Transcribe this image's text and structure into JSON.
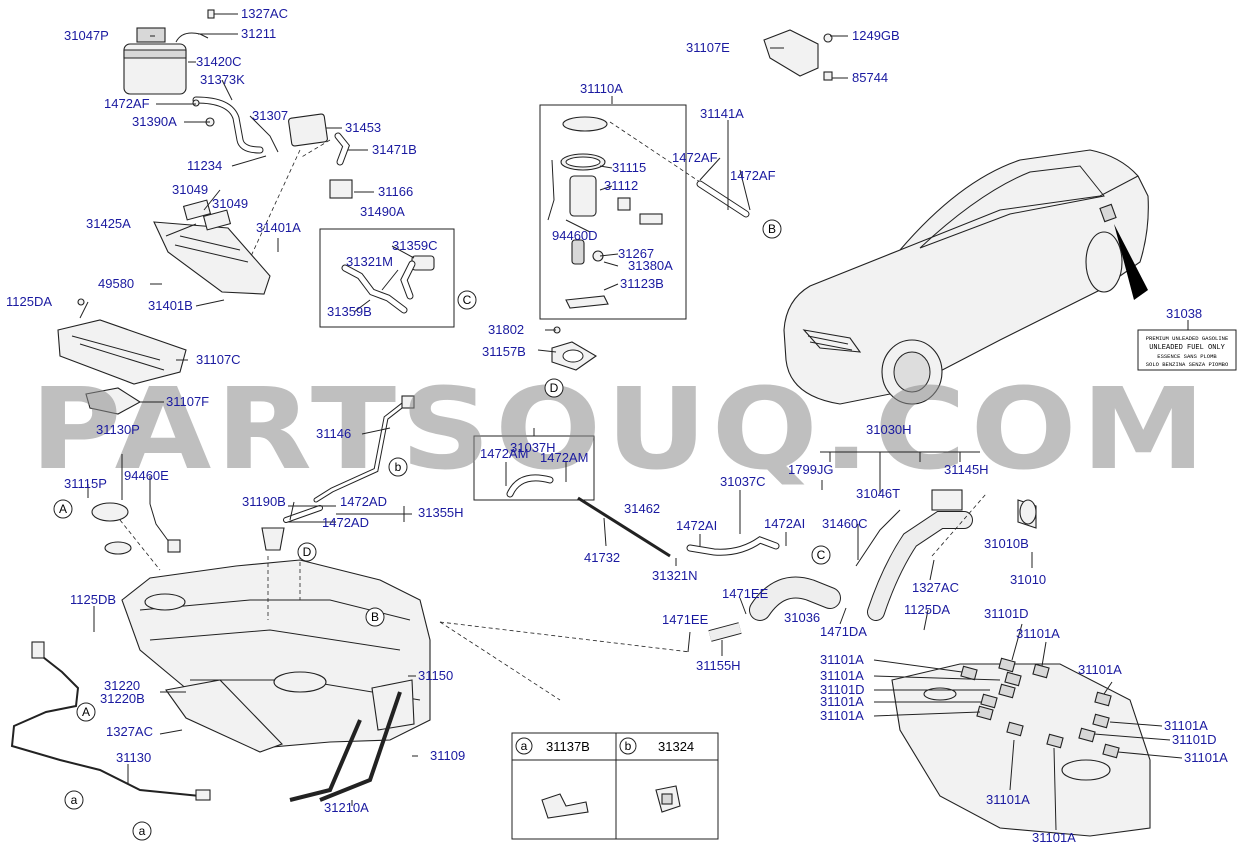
{
  "watermark": "PARTSOUQ.COM",
  "parts": {
    "p31047P": "31047P",
    "p1327AC_top": "1327AC",
    "p31211": "31211",
    "p31420C": "31420C",
    "p31373K": "31373K",
    "p1472AF_l": "1472AF",
    "p31390A": "31390A",
    "p31307": "31307",
    "p31453": "31453",
    "p31471B": "31471B",
    "p11234": "11234",
    "p31166": "31166",
    "p31049_a": "31049",
    "p31049_b": "31049",
    "p31490A": "31490A",
    "p31425A": "31425A",
    "p31401A": "31401A",
    "p31359C": "31359C",
    "p31321M": "31321M",
    "p49580": "49580",
    "p31401B": "31401B",
    "p31359B": "31359B",
    "p1125DA_l": "1125DA",
    "p31107C": "31107C",
    "p31107F": "31107F",
    "p31130P": "31130P",
    "p94460E": "94460E",
    "p31115P": "31115P",
    "p31146": "31146",
    "p31190B": "31190B",
    "p1472AD_a": "1472AD",
    "p1472AD_b": "1472AD",
    "p31355H": "31355H",
    "p1125DB": "1125DB",
    "p31220": "31220",
    "p31220B": "31220B",
    "p1327AC_l": "1327AC",
    "p31130": "31130",
    "p31150": "31150",
    "p31109": "31109",
    "p31210A": "31210A",
    "p31110A": "31110A",
    "p31115": "31115",
    "p31112": "31112",
    "p94460D": "94460D",
    "p31267": "31267",
    "p31380A": "31380A",
    "p31123B": "31123B",
    "p31141A": "31141A",
    "p1472AF_m1": "1472AF",
    "p1472AF_m2": "1472AF",
    "p31107E": "31107E",
    "p1249GB": "1249GB",
    "p85744": "85744",
    "p31038": "31038",
    "p31802": "31802",
    "p31157B": "31157B",
    "p31037H": "31037H",
    "p1472AM_a": "1472AM",
    "p1472AM_b": "1472AM",
    "p31462": "31462",
    "p41732": "41732",
    "p31321N": "31321N",
    "p31037C": "31037C",
    "p1472AI_a": "1472AI",
    "p1472AI_b": "1472AI",
    "p31030H": "31030H",
    "p1799JG": "1799JG",
    "p31046T": "31046T",
    "p31145H": "31145H",
    "p31460C": "31460C",
    "p31010B": "31010B",
    "p31010": "31010",
    "p1327AC_r": "1327AC",
    "p1125DA_r": "1125DA",
    "p1471EE_a": "1471EE",
    "p1471EE_b": "1471EE",
    "p31036": "31036",
    "p1471DA": "1471DA",
    "p31155H": "31155H",
    "p31101D_1": "31101D",
    "p31101A_1": "31101A",
    "p31101A_2": "31101A",
    "p31101A_3": "31101A",
    "p31101A_4": "31101A",
    "p31101D_2": "31101D",
    "p31101A_5": "31101A",
    "p31101A_6": "31101A",
    "p31101A_7": "31101A",
    "p31101D_3": "31101D",
    "p31101A_8": "31101A",
    "p31101A_9": "31101A",
    "p31101A_10": "31101A"
  },
  "refs": {
    "A": "A",
    "B": "B",
    "C": "C",
    "D": "D",
    "a": "a",
    "b": "b"
  },
  "fuel_label": {
    "line1": "PREMIUM UNLEADED GASOLINE",
    "line2": "UNLEADED FUEL ONLY",
    "line3": "ESSENCE SANS PLOMB",
    "line4": "SOLO BENZINA SENZA PIOMBO"
  },
  "table": {
    "col_a_key": "a",
    "col_a_part": "31137B",
    "col_b_key": "b",
    "col_b_part": "31324"
  }
}
